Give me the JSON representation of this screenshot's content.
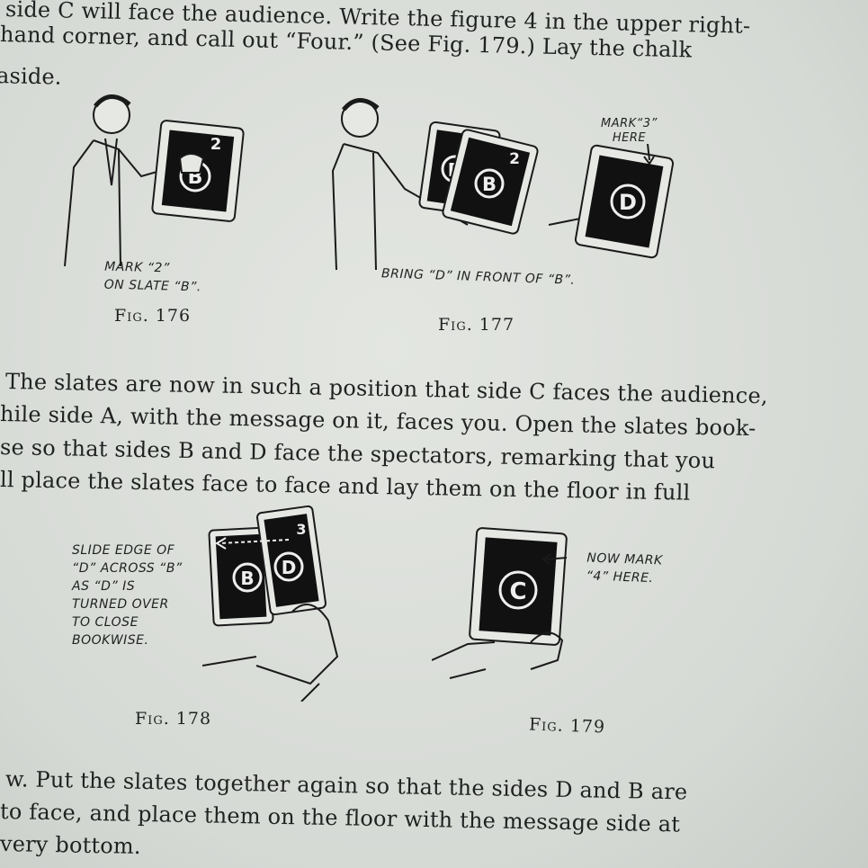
{
  "top_paragraph": [
    "side C will face the audience. Write the figure 4 in the upper right-",
    "hand corner, and call out “Four.” (See Fig. 179.) Lay the chalk",
    "aside."
  ],
  "figures": {
    "fig176": {
      "caption": "Fig. 176",
      "note": [
        "MARK “2”",
        "ON SLATE “B”."
      ],
      "slate_letter": "B",
      "slate_number": "2"
    },
    "fig177": {
      "caption": "Fig. 177",
      "note": "BRING “D” IN FRONT OF “B”.",
      "mark_note": [
        "MARK“3”",
        "HERE"
      ],
      "front_letter": "D",
      "back_letter": "B",
      "slate_number": "2"
    },
    "fig178": {
      "caption": "Fig. 178",
      "note": [
        "SLIDE EDGE OF",
        "“D” ACROSS “B”",
        "AS “D” IS",
        "TURNED OVER",
        "TO CLOSE",
        "BOOKWISE."
      ],
      "left_letter": "B",
      "right_letter": "D",
      "slate_number": "3"
    },
    "fig179": {
      "caption": "Fig. 179",
      "note": [
        "NOW MARK",
        "“4” HERE."
      ],
      "slate_letter": "C"
    }
  },
  "middle_paragraph": [
    "The slates are now in such a position that side C faces the audience,",
    "hile side A, with the message on it, faces you. Open the slates book-",
    "se so that sides B and D face the spectators, remarking that you",
    "ll place the slates face to face and lay them on the floor in full"
  ],
  "bottom_paragraph": [
    "w. Put the slates together again so that the sides D and B are",
    "to face, and place them on the floor with the message side at",
    "very bottom."
  ]
}
